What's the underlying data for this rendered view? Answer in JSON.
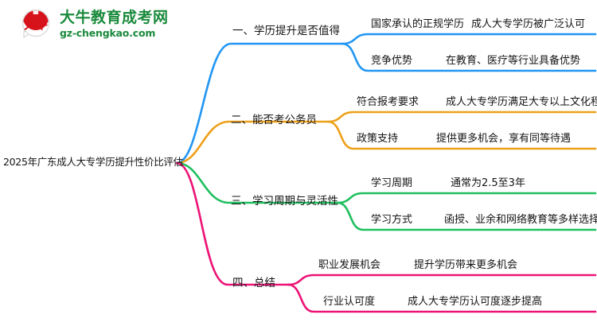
{
  "logo": {
    "mark_text": "大牛",
    "title": "大牛教育成考网",
    "subtitle": "gz-chengkao.com",
    "brand_green": "#1a8a3c",
    "brand_red": "#d6121b"
  },
  "mindmap": {
    "root": {
      "label": "2025年广东成人大专学历提升性价比评估"
    },
    "branches": [
      {
        "label": "一、学历提升是否值得",
        "color": "#2196f3",
        "children": [
          {
            "label": "国家承认的正规学历",
            "leaf": "成人大专学历被广泛认可"
          },
          {
            "label": "竞争优势",
            "leaf": "在教育、医疗等行业具备优势"
          }
        ]
      },
      {
        "label": "二、能否考公务员",
        "color": "#eda019",
        "children": [
          {
            "label": "符合报考要求",
            "leaf": "成人大专学历满足大专以上文化程度"
          },
          {
            "label": "政策支持",
            "leaf": "提供更多机会，享有同等待遇"
          }
        ]
      },
      {
        "label": "三、学习周期与灵活性",
        "color": "#1fbf5e",
        "children": [
          {
            "label": "学习周期",
            "leaf": "通常为2.5至3年"
          },
          {
            "label": "学习方式",
            "leaf": "函授、业余和网络教育等多样选择"
          }
        ]
      },
      {
        "label": "四、总结",
        "color": "#ec1376",
        "children": [
          {
            "label": "职业发展机会",
            "leaf": "提升学历带来更多机会"
          },
          {
            "label": "行业认可度",
            "leaf": "成人大专学历认可度逐步提高"
          }
        ]
      }
    ]
  }
}
